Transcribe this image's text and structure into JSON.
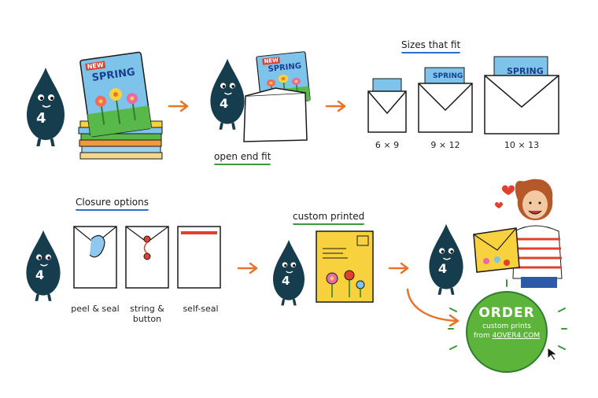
{
  "mascot": {
    "label": "4"
  },
  "catalog": {
    "badge": "NEW",
    "title": "SPRING"
  },
  "steps": {
    "open_end": {
      "caption": "open end fit"
    },
    "sizes": {
      "heading": "Sizes that fit",
      "items": [
        {
          "label": "6 × 9"
        },
        {
          "label": "9 × 12"
        },
        {
          "label": "10 × 13"
        }
      ]
    },
    "closure": {
      "heading": "Closure options",
      "items": [
        {
          "label": "peel & seal"
        },
        {
          "label": "string & button"
        },
        {
          "label": "self-seal"
        }
      ]
    },
    "custom": {
      "heading": "custom printed"
    },
    "order": {
      "title": "ORDER",
      "line1": "custom prints",
      "line2_prefix": "from",
      "site": "4OVER4.COM"
    }
  },
  "colors": {
    "mascot": "#163d4e",
    "arrow": "#e8742c",
    "accent_blue": "#2a6fc9",
    "accent_green": "#3a9a3a",
    "order_green": "#5cb53a",
    "envelope_yellow": "#f7d23e"
  }
}
